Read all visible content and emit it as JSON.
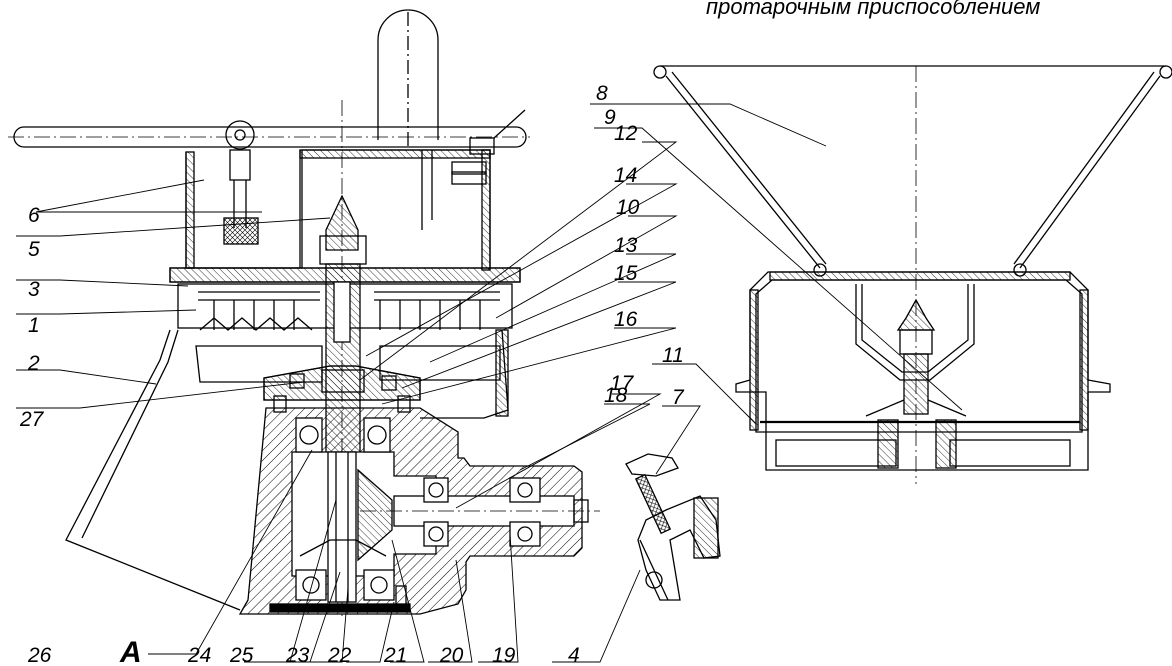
{
  "caption": "протарочным приспособлением",
  "callout_numbers": {
    "n1": "1",
    "n2": "2",
    "n3": "3",
    "n4": "4",
    "n5": "5",
    "n6": "6",
    "n7": "7",
    "n8": "8",
    "n9": "9",
    "n10": "10",
    "n11": "11",
    "n12": "12",
    "n13": "13",
    "n14": "14",
    "n15": "15",
    "n16": "16",
    "n17": "17",
    "n18": "18",
    "n19": "19",
    "n20": "20",
    "n21": "21",
    "n22": "22",
    "n23": "23",
    "n24": "24",
    "n25": "25",
    "n26": "26",
    "n27": "27"
  },
  "view_label": "A",
  "colors": {
    "line": "#000000",
    "background": "#ffffff"
  }
}
